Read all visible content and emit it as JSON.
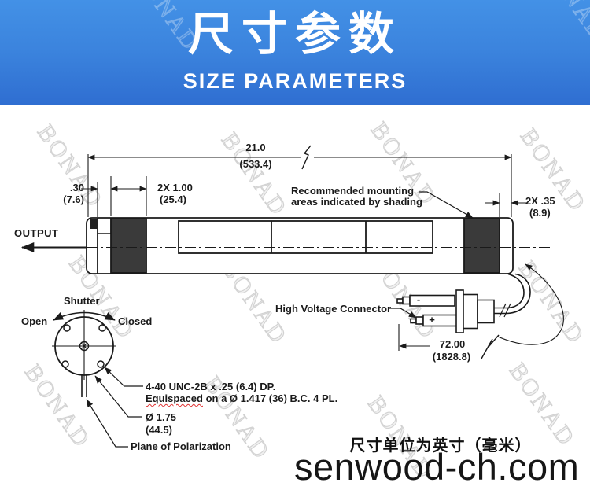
{
  "header": {
    "title_zh": "尺寸参数",
    "title_en": "SIZE PARAMETERS"
  },
  "watermark": {
    "text": "BONAD"
  },
  "diagram": {
    "output_label": "OUTPUT",
    "dim_length": {
      "inch": "21.0",
      "mm": "(533.4)"
    },
    "dim_left_cap": {
      "inch": ".30",
      "mm": "(7.6)"
    },
    "dim_mount_band": {
      "inch": "2X 1.00",
      "mm": "(25.4)"
    },
    "dim_right_cap": {
      "inch": "2X .35",
      "mm": "(8.9)"
    },
    "mounting_note_line1": "Recommended mounting",
    "mounting_note_line2": "areas indicated by shading",
    "hv_connector_label": "High Voltage Connector",
    "connector_minus": "-",
    "connector_plus": "+",
    "dim_cable": {
      "inch": "72.00",
      "mm": "(1828.8)"
    },
    "shutter": {
      "label": "Shutter",
      "open": "Open",
      "closed": "Closed"
    },
    "thread_note_line1": "4-40 UNC-2B x .25 (6.4) DP.",
    "thread_note_word_underlined": "Equispaced",
    "thread_note_line2_rest": " on a Ø 1.417 (36) B.C. 4 PL.",
    "dim_diameter": {
      "inch": "Ø 1.75",
      "mm": "(44.5)"
    },
    "polarization_label": "Plane of Polarization"
  },
  "footer": {
    "units_note": "尺寸单位为英寸（毫米）",
    "website": "senwood-ch.com"
  },
  "colors": {
    "header_blue_top": "#4391e6",
    "header_blue_bottom": "#2f6ed1",
    "shading_fill": "#3a3a3a",
    "line": "#1a1a1a",
    "squiggle_red": "#e03131"
  }
}
